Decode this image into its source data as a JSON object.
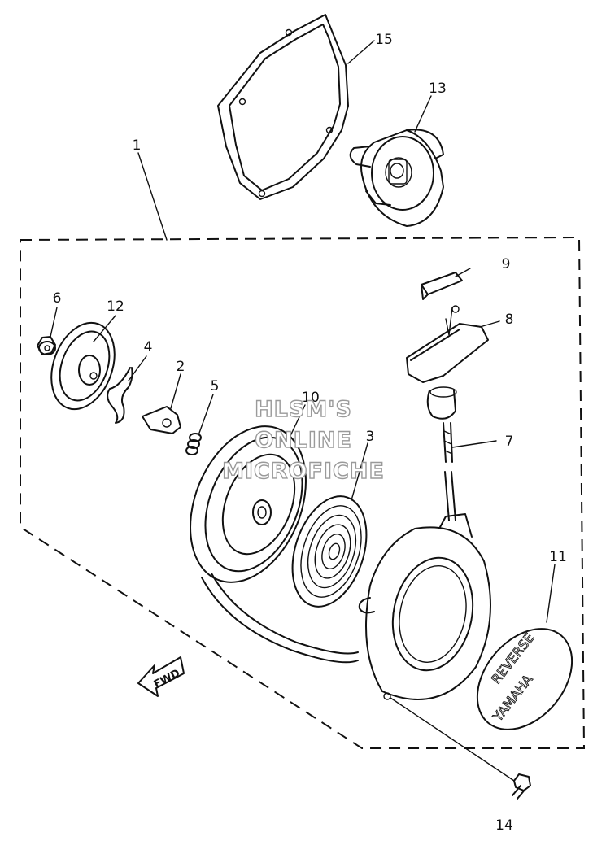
{
  "diagram": {
    "part_labels": [
      "1",
      "2",
      "3",
      "4",
      "5",
      "6",
      "7",
      "8",
      "9",
      "10",
      "11",
      "12",
      "13",
      "14",
      "15"
    ],
    "direction_arrow": "FWD",
    "cover_emblem": {
      "line1": "REVERSE",
      "line2": "YAMAHA"
    },
    "watermark": {
      "line1": "HLSM'S",
      "line2": "ONLINE",
      "line3": "MICROFICHE"
    }
  }
}
